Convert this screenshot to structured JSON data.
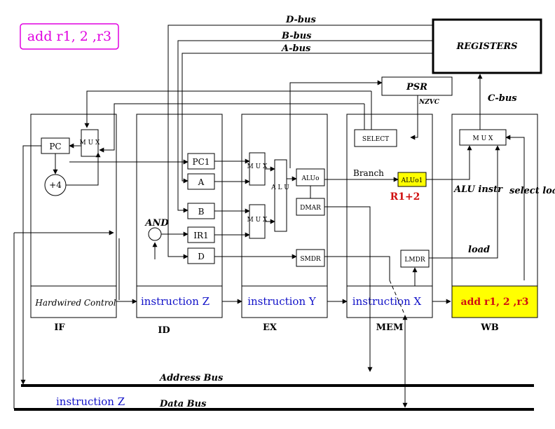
{
  "instruction_label": "add r1, 2 ,r3",
  "registers": "REGISTERS",
  "buses": {
    "d": "D-bus",
    "b": "B-bus",
    "a": "A-bus",
    "c": "C-bus",
    "address": "Address Bus",
    "data": "Data Bus"
  },
  "psr": {
    "label": "PSR",
    "flags": "NZVC"
  },
  "stages": {
    "if": {
      "name": "IF",
      "footer": "Hardwired Control"
    },
    "id": {
      "name": "ID",
      "footer": "instruction Z"
    },
    "ex": {
      "name": "EX",
      "footer": "instruction Y"
    },
    "mem": {
      "name": "MEM",
      "footer": "instruction X"
    },
    "wb": {
      "name": "WB",
      "footer": "add r1, 2 ,r3"
    }
  },
  "blocks": {
    "pc": "PC",
    "plus4": "+4",
    "mux_if": "M U X",
    "pc1": "PC1",
    "a": "A",
    "b": "B",
    "ir1": "IR1",
    "d": "D",
    "and": "AND",
    "mux_ex1": "M U X",
    "mux_ex2": "M U X",
    "alu": "A L U",
    "aluo": "ALUo",
    "dmar": "DMAR",
    "smdr": "SMDR",
    "select": "SELECT",
    "branch": "Branch",
    "aluo1": "ALUo1",
    "r1plus2": "R1+2",
    "lmdr": "LMDR",
    "mux_wb": "M U X",
    "alu_instr": "ALU instr",
    "select_load": "select load",
    "load": "load"
  },
  "bottom_instruction": "instruction Z",
  "colors": {
    "magenta": "#e000e0",
    "blue": "#1010c8",
    "red": "#d01010",
    "yellow": "#ffff00"
  }
}
